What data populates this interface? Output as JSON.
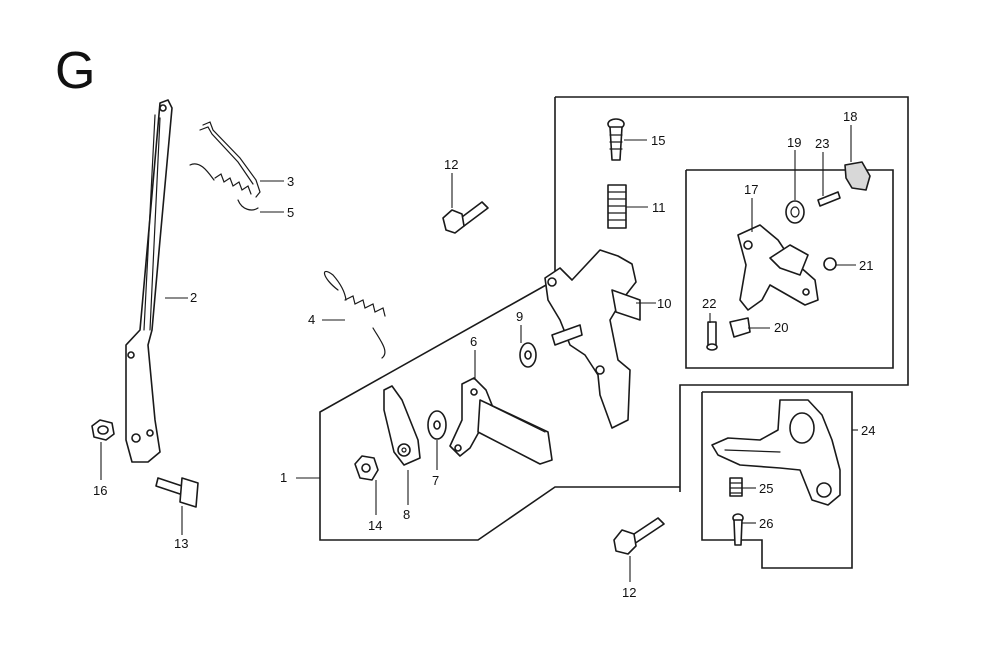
{
  "section_letter": "G",
  "callouts": {
    "p1": "1",
    "p2": "2",
    "p3": "3",
    "p4": "4",
    "p5": "5",
    "p6": "6",
    "p7": "7",
    "p8": "8",
    "p9": "9",
    "p10": "10",
    "p11": "11",
    "p12a": "12",
    "p12b": "12",
    "p13": "13",
    "p14": "14",
    "p15": "15",
    "p16": "16",
    "p17": "17",
    "p18": "18",
    "p19": "19",
    "p20": "20",
    "p21": "21",
    "p22": "22",
    "p23": "23",
    "p24": "24",
    "p25": "25",
    "p26": "26"
  }
}
